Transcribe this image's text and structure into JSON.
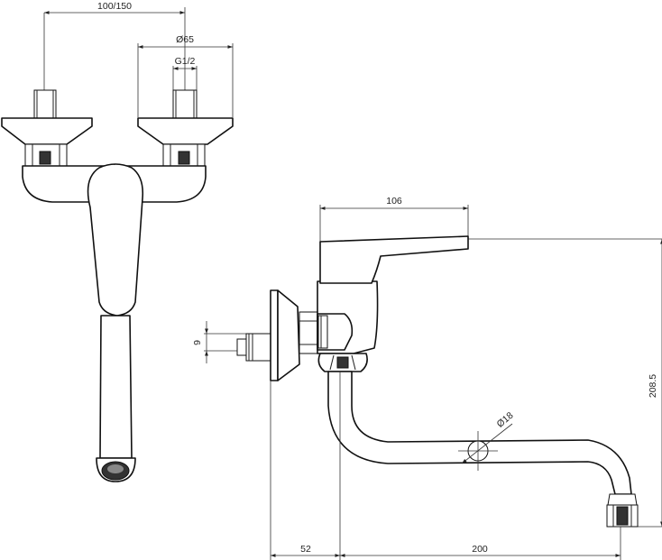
{
  "front_view": {
    "dim_spacing": "100/150",
    "dim_flange_diameter": "Ø65",
    "dim_thread": "G1/2"
  },
  "side_view": {
    "dim_lever_length": "106",
    "dim_total_height": "208.5",
    "dim_inlet": "9",
    "dim_spout_diameter": "Ø18",
    "dim_wall_offset": "52",
    "dim_spout_reach": "200"
  }
}
